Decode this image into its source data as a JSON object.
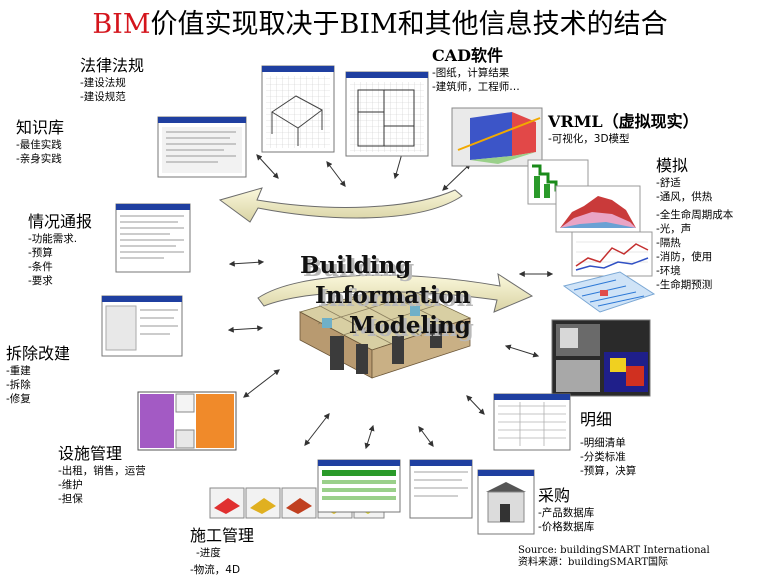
{
  "title": {
    "accent": "BIM",
    "rest": "价值实现取决于BIM和其他信息技术的结合"
  },
  "center": {
    "line1": "Building",
    "line2": "Information",
    "line3": "Modeling"
  },
  "nodes": {
    "law": {
      "head": "法律法规",
      "items": [
        "-建设法规",
        "-建设规范"
      ]
    },
    "cad": {
      "head": "CAD软件",
      "items": [
        "-图纸，计算结果",
        "-建筑师，工程师…"
      ]
    },
    "vrml": {
      "head": "VRML（虚拟现实）",
      "items": [
        "-可视化，3D模型"
      ]
    },
    "knowledge": {
      "head": "知识库",
      "items": [
        "-最佳实践",
        "-亲身实践"
      ]
    },
    "sim": {
      "head": "模拟",
      "items": [
        "-舒适",
        "-通风，供热",
        "-全生命周期成本",
        "-光，声",
        "-隔热",
        "-消防，使用",
        "-环境",
        "-生命期预测"
      ]
    },
    "brief": {
      "head": "情况通报",
      "items": [
        "-功能需求.",
        "-预算",
        "-条件",
        "-要求"
      ]
    },
    "demolish": {
      "head": "拆除改建",
      "items": [
        "-重建",
        "-拆除",
        "-修复"
      ]
    },
    "detail": {
      "head": "明细",
      "items": [
        "-明细清单",
        "-分类标准",
        "-预算，决算"
      ]
    },
    "facility": {
      "head": "设施管理",
      "items": [
        "-出租，销售，运营",
        "-维护",
        "-担保"
      ]
    },
    "purchase": {
      "head": "采购",
      "items": [
        "-产品数据库",
        "-价格数据库"
      ]
    },
    "construction": {
      "head": "施工管理",
      "items": [
        "-进度",
        "-物流，4D"
      ]
    }
  },
  "source": {
    "en": "Source: buildingSMART International",
    "cn": "资料来源：buildingSMART国际"
  },
  "colors": {
    "accent": "#d4141c",
    "swoosh_fill": "#f3efbe",
    "swoosh_edge": "#6c6c6c"
  }
}
